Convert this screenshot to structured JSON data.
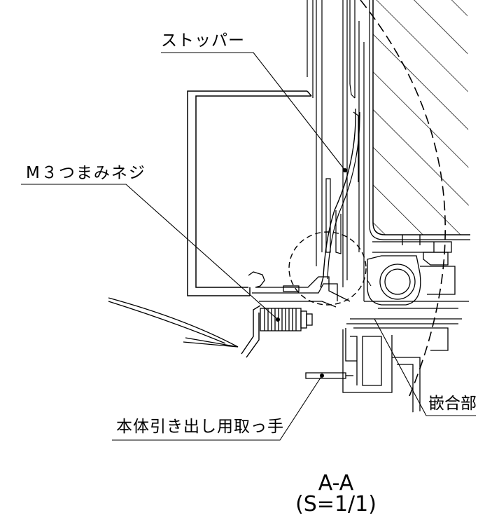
{
  "labels": {
    "stopper": "ストッパー",
    "thumb_screw": "M３つまみネジ",
    "fitting": "嵌合部",
    "handle": "本体引き出し用取っ手",
    "section": "A-A",
    "scale": "(S=1/1)"
  },
  "colors": {
    "line": "#000000",
    "background": "#ffffff"
  }
}
